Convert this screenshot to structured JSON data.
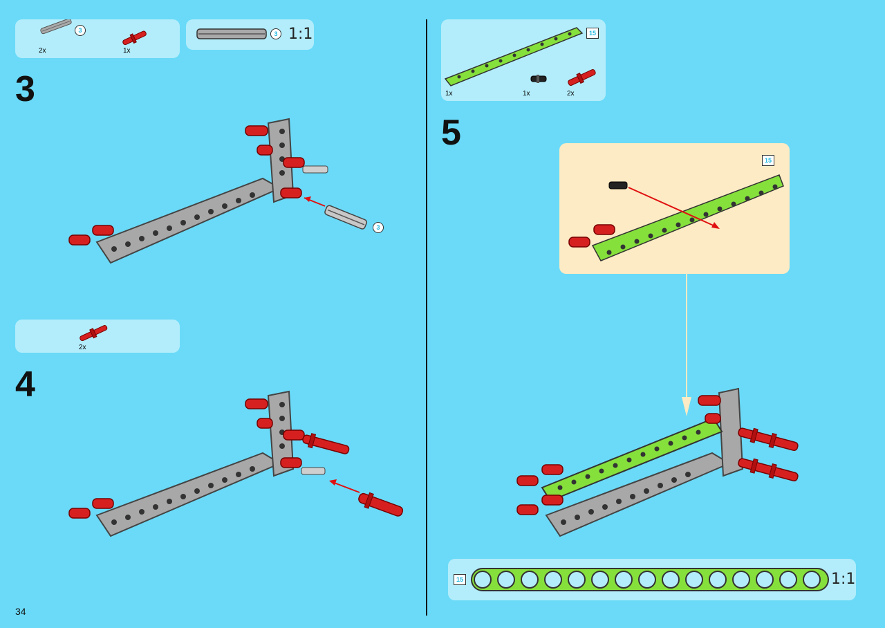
{
  "page_number": "34",
  "colors": {
    "background": "#6ADAF8",
    "panel": "#B3EDFB",
    "callout": "#FCEBC4",
    "beam_grey": "#A8A8A8",
    "beam_green": "#86E03C",
    "pin_red": "#D62020",
    "arrow": "#E01010"
  },
  "step3": {
    "number": "3",
    "parts": [
      {
        "icon": "grey-axle-icon",
        "qty": "2x",
        "length_badge": "3"
      },
      {
        "icon": "red-axle-pin-icon",
        "qty": "1x"
      }
    ],
    "scale_ref": {
      "badge": "3",
      "scale": "1:1"
    }
  },
  "step4": {
    "number": "4",
    "parts": [
      {
        "icon": "red-axle-pin-icon",
        "qty": "2x"
      }
    ]
  },
  "step5": {
    "number": "5",
    "parts": [
      {
        "icon": "green-beam-icon",
        "qty": "1x",
        "length_badge": "15"
      },
      {
        "icon": "black-pin-icon",
        "qty": "1x"
      },
      {
        "icon": "red-axle-pin-icon",
        "qty": "2x"
      }
    ],
    "callout_badge": "15",
    "scale_ref": {
      "badge": "15",
      "scale": "1:1"
    }
  }
}
